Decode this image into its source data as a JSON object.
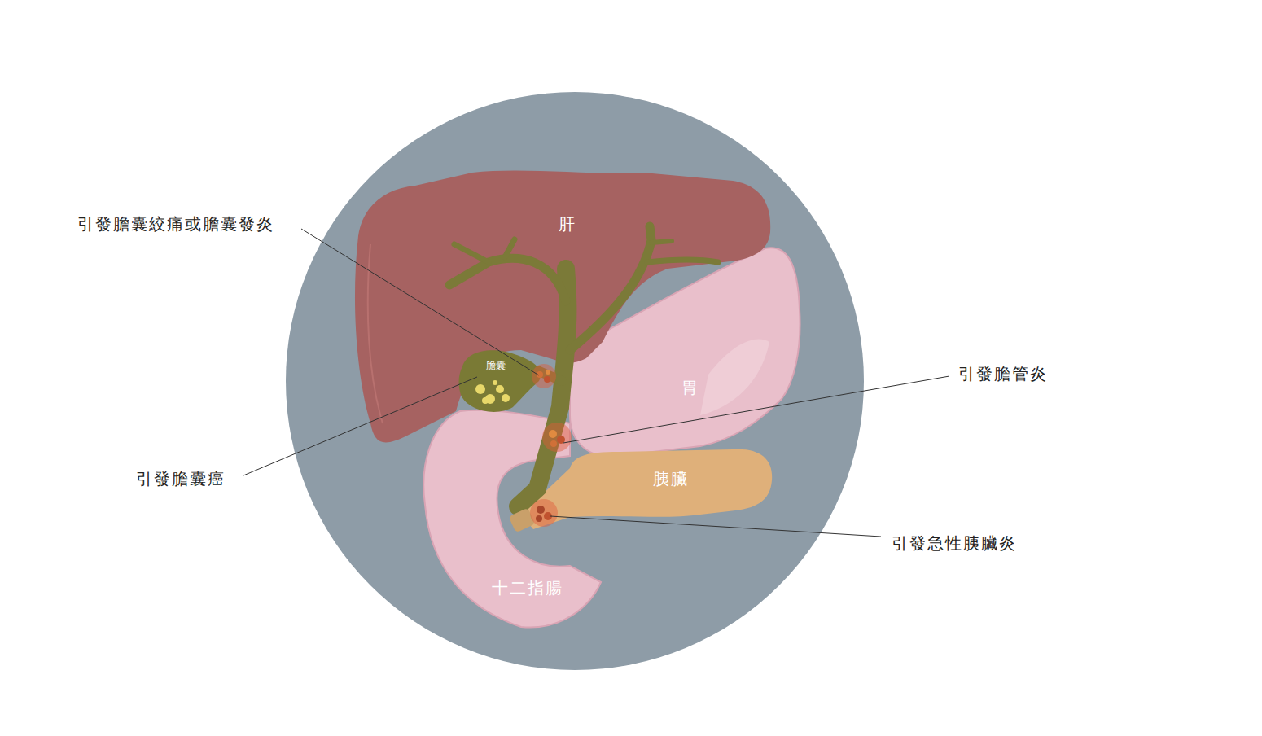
{
  "diagram": {
    "labels": [
      "引發膽囊絞痛或膽囊發炎",
      "肝",
      "膽囊",
      "引發膽管炎",
      "胃",
      "引發膽囊癌",
      "胰臟",
      "引發急性胰臟炎",
      "十二指腸"
    ]
  }
}
